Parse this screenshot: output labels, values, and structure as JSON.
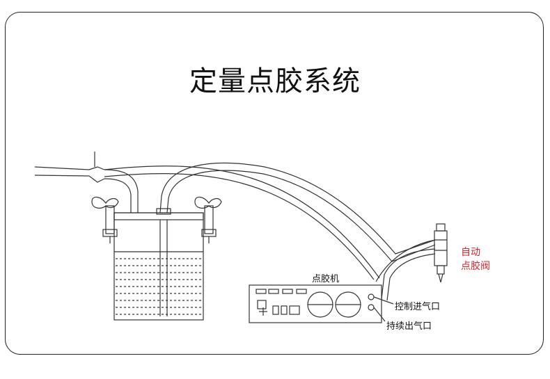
{
  "title": "定量点胶系统",
  "labels": {
    "dispenser": "点胶机",
    "control_inlet": "控制进气口",
    "continuous_outlet": "持续出气口",
    "valve_line1": "自动",
    "valve_line2": "点胶阀"
  },
  "colors": {
    "line": "#333333",
    "accent": "#d7262d"
  }
}
